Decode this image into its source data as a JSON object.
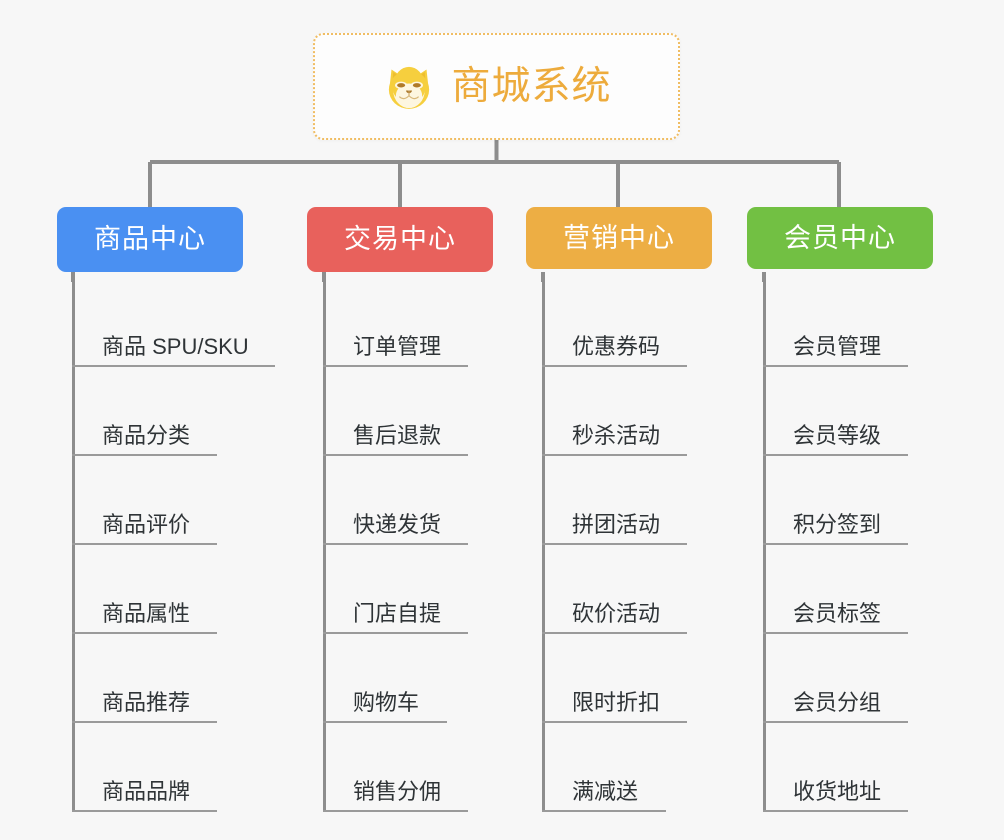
{
  "page": {
    "background_color": "#f7f7f7",
    "connector_color": "#8d8d8d",
    "leaf_text_color": "#2f3437",
    "leaf_rule_color": "#9a9a9a"
  },
  "root": {
    "title": "商城系统",
    "icon": "shiba-inu-dog-face-icon",
    "text_color": "#edab3c",
    "border_color": "#f0bd63",
    "background_color": "#fdfdfd"
  },
  "branches": [
    {
      "label": "商品中心",
      "color": "#4a90f2",
      "leaves": [
        "商品 SPU/SKU",
        "商品分类",
        "商品评价",
        "商品属性",
        "商品推荐",
        "商品品牌"
      ]
    },
    {
      "label": "交易中心",
      "color": "#e8615c",
      "leaves": [
        "订单管理",
        "售后退款",
        "快递发货",
        "门店自提",
        "购物车",
        "销售分佣"
      ]
    },
    {
      "label": "营销中心",
      "color": "#edae44",
      "leaves": [
        "优惠券码",
        "秒杀活动",
        "拼团活动",
        "砍价活动",
        "限时折扣",
        "满减送"
      ]
    },
    {
      "label": "会员中心",
      "color": "#72c043",
      "leaves": [
        "会员管理",
        "会员等级",
        "积分签到",
        "会员标签",
        "会员分组",
        "收货地址"
      ]
    }
  ]
}
